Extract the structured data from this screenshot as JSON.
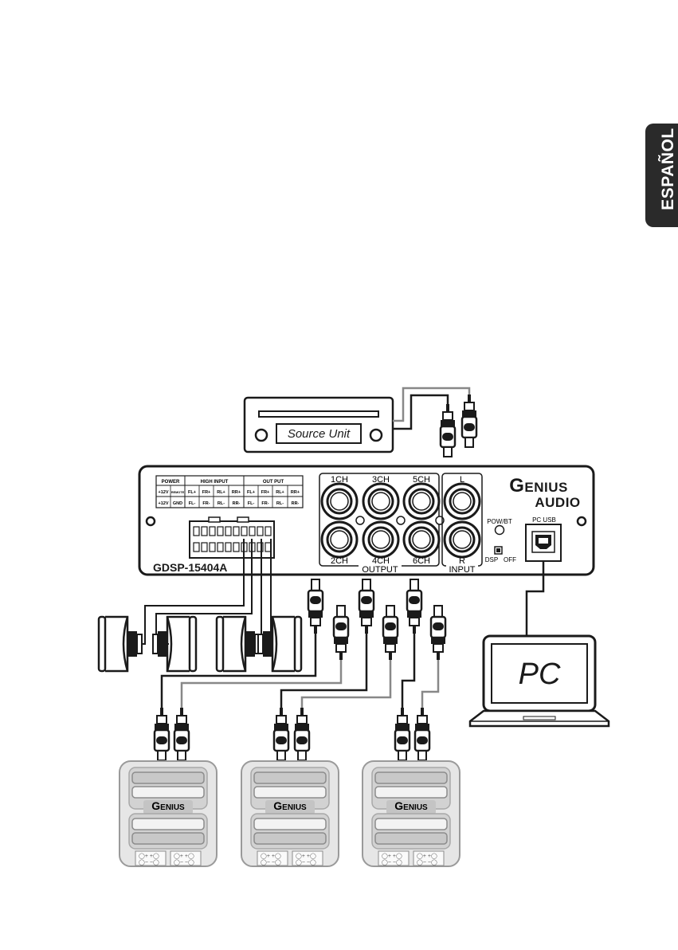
{
  "page": {
    "language_tab": "ESPAÑOL"
  },
  "source_unit": {
    "label": "Source Unit"
  },
  "dsp": {
    "model": "GDSP-15404A",
    "brand_line1": "Genius",
    "brand_line2": "AUDIO",
    "terminal_headers": [
      "POWER",
      "HIGH INPUT",
      "OUT PUT"
    ],
    "terminal_row1": [
      "+12V",
      "REMOTE",
      "FL+",
      "FR+",
      "RL+",
      "RR+",
      "FL+",
      "FR+",
      "RL+",
      "RR+"
    ],
    "terminal_row2": [
      "+12V",
      "GND",
      "FL-",
      "FR-",
      "RL-",
      "RR-",
      "FL-",
      "FR-",
      "RL-",
      "RR-"
    ],
    "channels_top": [
      "1CH",
      "3CH",
      "5CH"
    ],
    "channels_bottom": [
      "2CH",
      "4CH",
      "6CH"
    ],
    "output_label": "OUTPUT",
    "input_top": "L",
    "input_bottom": "R",
    "input_label": "INPUT",
    "pow_bt_label": "POW/BT",
    "pc_usb_label": "PC USB",
    "dsp_switch_label": "DSP",
    "off_label": "OFF"
  },
  "pc": {
    "label": "PC"
  },
  "amplifiers": {
    "brand": "Genius",
    "count": 3
  }
}
